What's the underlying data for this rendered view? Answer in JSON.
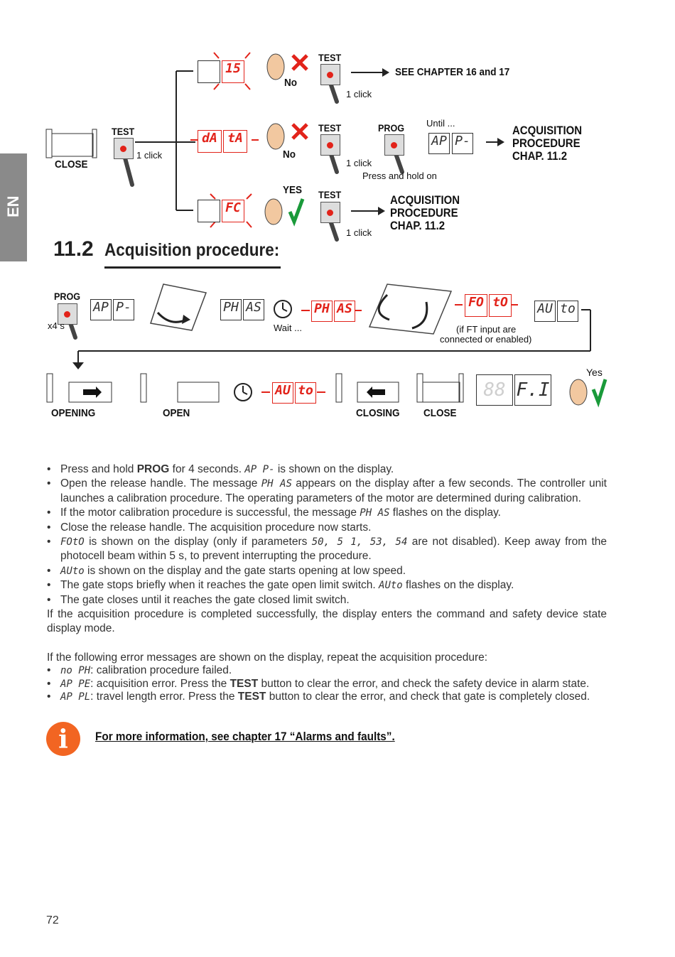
{
  "side_tab": {
    "label": "EN"
  },
  "diagram_top": {
    "close_label": "CLOSE",
    "test_label": "TEST",
    "prog_label": "PROG",
    "one_click": "1 click",
    "branch1": {
      "display": "15",
      "answer": "No",
      "result": "SEE CHAPTER 16 and 17"
    },
    "branch2": {
      "display_a": "dA",
      "display_b": "tA",
      "answer": "No",
      "until": "Until ...",
      "hold": "Press and hold on",
      "disp_small_a": "AP",
      "disp_small_b": "P-",
      "result_1": "ACQUISITION",
      "result_2": "PROCEDURE",
      "result_3": "CHAP. 11.2"
    },
    "branch3": {
      "display": "FC",
      "answer": "YES",
      "result_1": "ACQUISITION",
      "result_2": "PROCEDURE",
      "result_3": "CHAP. 11.2"
    }
  },
  "section": {
    "number": "11.2",
    "title": "Acquisition procedure:"
  },
  "diagram_proc": {
    "prog_label": "PROG",
    "x4s": "x4 s",
    "ap_a": "AP",
    "ap_b": "P-",
    "ph_a": "PH",
    "ph_b": "AS",
    "wait": "Wait ...",
    "foto_a": "FO",
    "foto_b": "tO",
    "ft_note_1": "(if FT input are",
    "ft_note_2": "connected or enabled)",
    "auto_a": "AU",
    "auto_b": "to",
    "opening": "OPENING",
    "open": "OPEN",
    "closing": "CLOSING",
    "close": "CLOSE",
    "disp_88": "88",
    "disp_fi": "F.I",
    "yes": "Yes"
  },
  "bullets": [
    {
      "pre": "Press and hold ",
      "bold": "PROG",
      "mid": " for 4 seconds. ",
      "code": "AP P-",
      "post": " is shown on the display."
    },
    {
      "pre": "Open the release handle. The message ",
      "code": "PH AS",
      "post": " appears on the display after a few seconds. The controller unit launches a calibration procedure. The operating parameters of the motor are determined during calibration."
    },
    {
      "pre": "If the motor calibration procedure is successful, the message ",
      "code": "PH AS",
      "post": " flashes on the display."
    },
    {
      "pre": "Close the release handle. The acquisition procedure now starts."
    },
    {
      "code0": "FOtO",
      "pre": "  is shown on the display (only if parameters ",
      "code": "50,  5 1,  53,  54",
      "post": " are not disabled). Keep away from the photocell beam within 5 s, to prevent interrupting the procedure."
    },
    {
      "code0": "AUto",
      "pre": " is shown on the display and the gate starts opening at low speed."
    },
    {
      "pre": "The gate stops briefly when it reaches the gate open limit switch. ",
      "code": "AUto",
      "post": " flashes on the display."
    },
    {
      "pre": "The gate closes until it reaches the gate closed limit switch."
    }
  ],
  "para1": "If the acquisition procedure is completed successfully, the display enters the command and safety device state display mode.",
  "para2": "If the following error messages are shown on the display, repeat the acquisition procedure:",
  "errors": [
    {
      "code": "no  PH",
      "text": ": calibration procedure failed."
    },
    {
      "code": "AP  PE",
      "text": ":  acquisition error. Press the ",
      "bold": "TEST",
      "post": " button to clear the error, and check the safety device in alarm state."
    },
    {
      "code": "AP  PL",
      "text": ": travel length error. Press the ",
      "bold": "TEST",
      "post": " button to clear the error, and check that gate is completely closed."
    }
  ],
  "info": {
    "icon": "info-icon",
    "text": "For more information, see chapter 17 “Alarms and faults”.",
    "color": "#f26522"
  },
  "page_number": "72"
}
